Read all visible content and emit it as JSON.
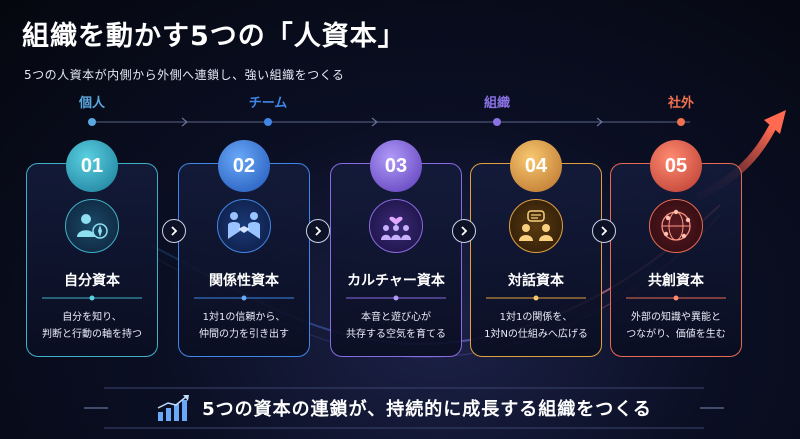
{
  "header": {
    "title": "組織を動かす5つの「人資本」",
    "subtitle": "5つの人資本が内側から外側へ連鎖し、強い組織をつくる"
  },
  "stages": [
    {
      "label": "個人",
      "color": "#5aa8e0"
    },
    {
      "label": "チーム",
      "color": "#3f86e6"
    },
    {
      "label": "組織",
      "color": "#8a72e4"
    },
    {
      "label": "社外",
      "color": "#f07050"
    }
  ],
  "cards": [
    {
      "number": "01",
      "title": "自分資本",
      "desc1": "自分を知り、",
      "desc2": "判断と行動の軸を持つ",
      "icon": "person-compass-icon",
      "color": "#3fb0c8"
    },
    {
      "number": "02",
      "title": "関係性資本",
      "desc1": "1対1の信頼から、",
      "desc2": "仲間の力を引き出す",
      "icon": "handshake-icon",
      "color": "#3f86e6"
    },
    {
      "number": "03",
      "title": "カルチャー資本",
      "desc1": "本音と遊び心が",
      "desc2": "共存する空気を育てる",
      "icon": "team-heart-icon",
      "color": "#8a6ae0"
    },
    {
      "number": "04",
      "title": "対話資本",
      "desc1": "1対1の関係を、",
      "desc2": "1対Nの仕組みへ広げる",
      "icon": "dialogue-icon",
      "color": "#e0a040"
    },
    {
      "number": "05",
      "title": "共創資本",
      "desc1": "外部の知識や異能と",
      "desc2": "つながり、価値を生む",
      "icon": "network-globe-icon",
      "color": "#e86a52"
    }
  ],
  "footer": {
    "text": "5つの資本の連鎖が、持続的に成長する組織をつくる",
    "icon": "growth-chart-icon"
  }
}
